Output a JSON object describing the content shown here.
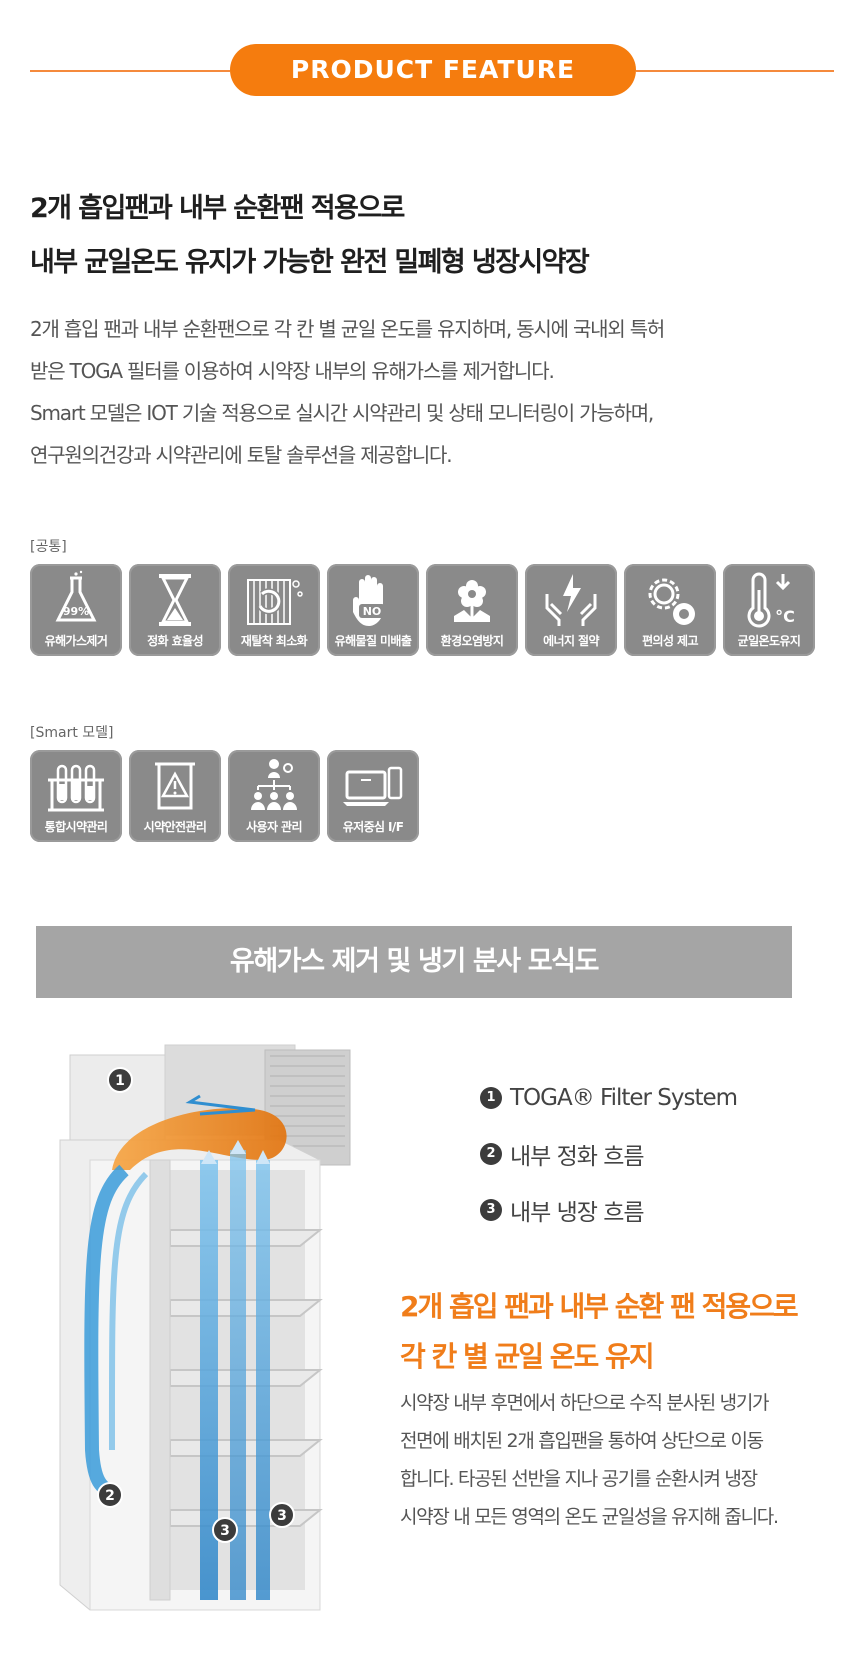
{
  "header": {
    "title": "PRODUCT FEATURE"
  },
  "headline": {
    "line1": "2개 흡입팬과 내부 순환팬 적용으로",
    "line2": "내부 균일온도 유지가 가능한 완전 밀폐형 냉장시약장"
  },
  "description": [
    "2개 흡입 팬과 내부 순환팬으로 각 칸 별 균일 온도를 유지하며, 동시에 국내외 특허",
    "받은 TOGA 필터를 이용하여 시약장 내부의 유해가스를 제거합니다.",
    "Smart 모델은 IOT 기술 적용으로 실시간 시약관리 및 상태 모니터링이 가능하며,",
    "연구원의건강과 시약관리에 토탈 솔루션을 제공합니다."
  ],
  "common": {
    "label": "[공통]",
    "items": [
      {
        "label": "유해가스제거",
        "icon": "flask-icon",
        "badge": "99%"
      },
      {
        "label": "정화 효율성",
        "icon": "hourglass-icon"
      },
      {
        "label": "재탈착 최소화",
        "icon": "filter-cycle-icon"
      },
      {
        "label": "유해물질 미배출",
        "icon": "hand-no-icon",
        "badge": "NO"
      },
      {
        "label": "환경오염방지",
        "icon": "flower-icon"
      },
      {
        "label": "에너지 절약",
        "icon": "energy-hands-icon"
      },
      {
        "label": "편의성 제고",
        "icon": "gears-icon"
      },
      {
        "label": "균일온도유지",
        "icon": "thermometer-icon",
        "badge": "°C"
      }
    ]
  },
  "smart": {
    "label": "[Smart 모델]",
    "items": [
      {
        "label": "통합시약관리",
        "icon": "test-tubes-icon"
      },
      {
        "label": "시약안전관리",
        "icon": "warning-beaker-icon"
      },
      {
        "label": "사용자 관리",
        "icon": "users-icon"
      },
      {
        "label": "유저중심 I/F",
        "icon": "laptop-tablet-icon"
      }
    ]
  },
  "diagram": {
    "banner": "유해가스 제거 및 냉기 분사 모식도",
    "legend": [
      {
        "num": "1",
        "text": "TOGA® Filter System"
      },
      {
        "num": "2",
        "text": "내부 정화 흐름"
      },
      {
        "num": "3",
        "text": "내부 냉장 흐름"
      }
    ],
    "markers": [
      "1",
      "2",
      "3",
      "3"
    ],
    "title_line1": "2개 흡입 팬과 내부 순환 팬 적용으로",
    "title_line2": "각 칸 별 균일 온도 유지",
    "text": [
      "시약장 내부 후면에서 하단으로 수직 분사된 냉기가",
      "전면에 배치된 2개 흡입팬을 통하여 상단으로 이동",
      "합니다. 타공된 선반을 지나 공기를 순환시켜 냉장",
      "시약장 내 모든 영역의 온도 균일성을 유지해 줍니다."
    ]
  },
  "colors": {
    "accent": "#f57c0e",
    "tile": "#8a8a8a",
    "banner": "#a5a5a5",
    "flow_blue": "#3a9bd9"
  }
}
